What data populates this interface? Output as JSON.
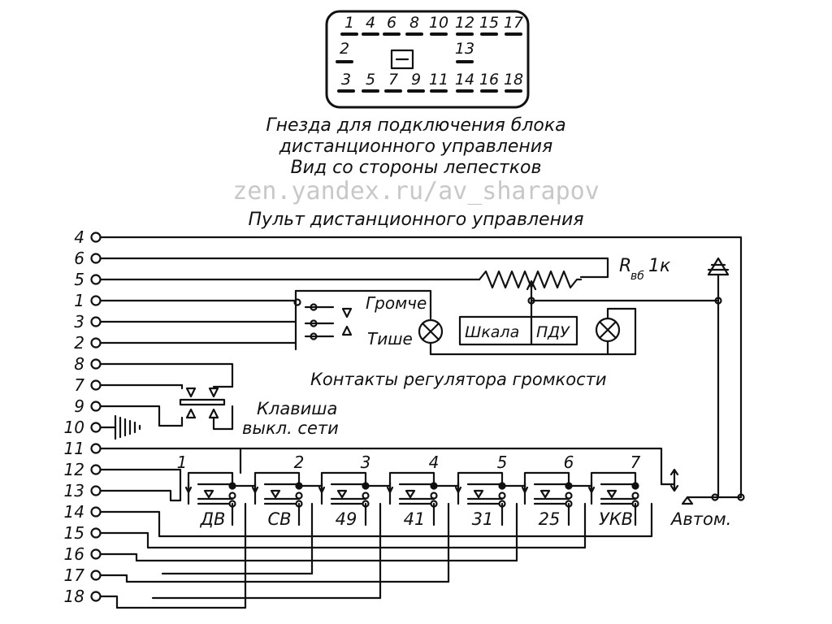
{
  "connector": {
    "top_row": [
      "1",
      "4",
      "6",
      "8",
      "10",
      "12",
      "15",
      "17"
    ],
    "middle_left": "2",
    "middle_right": "13",
    "bottom_row": [
      "3",
      "5",
      "7",
      "9",
      "11",
      "14",
      "16",
      "18"
    ]
  },
  "captions": {
    "line1": "Гнезда для подключения блока",
    "line2": "дистанционного управления",
    "line3": "Вид со стороны лепестков",
    "watermark": "zen.yandex.ru/av_sharapov",
    "title": "Пульт дистанционного управления"
  },
  "terminals": [
    "4",
    "6",
    "5",
    "1",
    "3",
    "2",
    "8",
    "7",
    "9",
    "10",
    "11",
    "12",
    "13",
    "14",
    "15",
    "16",
    "17",
    "18"
  ],
  "labels": {
    "resistor": "R",
    "resistor_sub": "вб",
    "resistor_value": "1к",
    "louder": "Громче",
    "quieter": "Тише",
    "scale": "Шкала",
    "pdu": "ПДУ",
    "volume_contacts": "Контакты регулятора громкости",
    "power_key_1": "Клавиша",
    "power_key_2": "выкл. сети",
    "auto": "Автом."
  },
  "bands": {
    "numbers": [
      "1",
      "2",
      "3",
      "4",
      "5",
      "6",
      "7"
    ],
    "names": [
      "ДВ",
      "СВ",
      "49",
      "41",
      "31",
      "25",
      "УКВ"
    ]
  }
}
